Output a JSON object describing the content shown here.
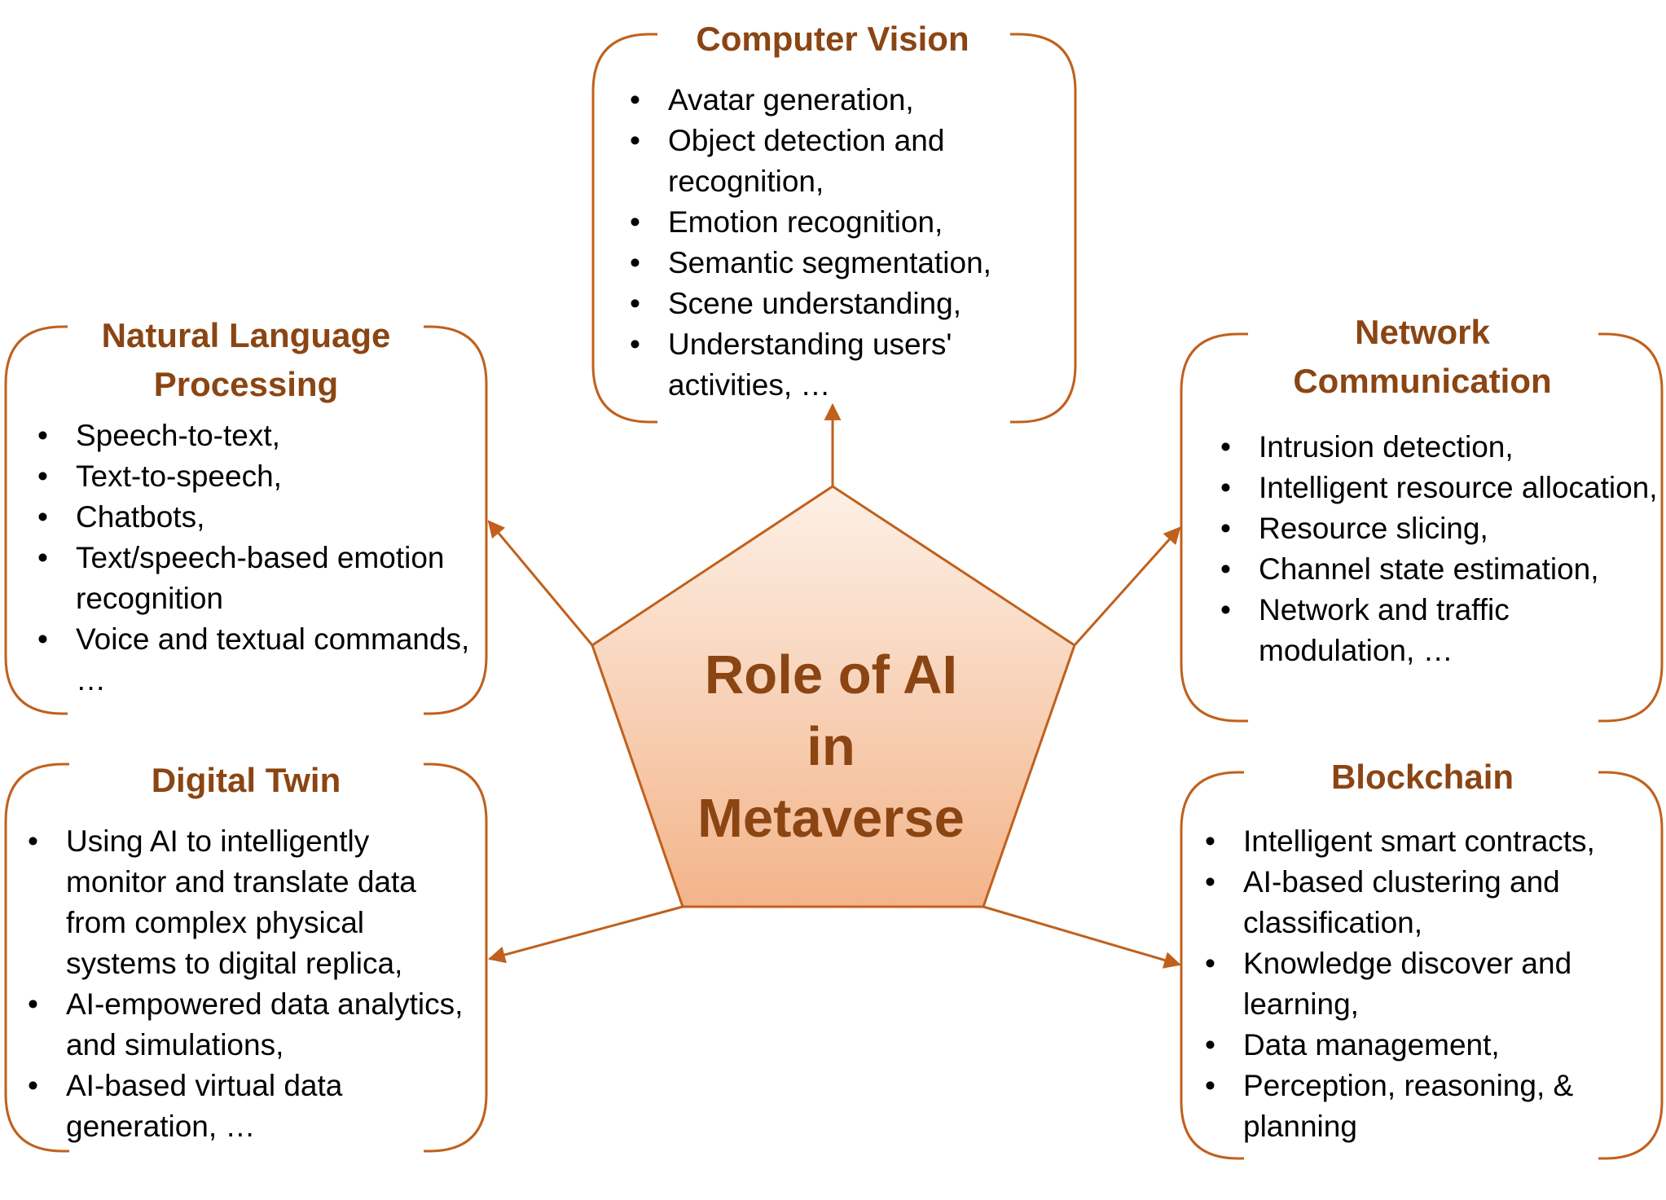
{
  "center": {
    "lines": [
      "Role of AI",
      "in",
      "Metaverse"
    ]
  },
  "boxes": {
    "computer_vision": {
      "title": [
        "Computer Vision"
      ],
      "items": [
        "Avatar generation,",
        "Object detection and recognition,",
        "Emotion recognition,",
        "Semantic segmentation,",
        "Scene understanding,",
        "Understanding users' activities, …"
      ]
    },
    "nlp": {
      "title": [
        "Natural Language",
        "Processing"
      ],
      "items": [
        "Speech-to-text,",
        "Text-to-speech,",
        "Chatbots,",
        "Text/speech-based emotion recognition",
        "Voice and textual commands, …"
      ]
    },
    "network": {
      "title": [
        "Network",
        "Communication"
      ],
      "items": [
        "Intrusion detection,",
        "Intelligent resource allocation,",
        "Resource slicing,",
        "Channel state estimation,",
        "Network and traffic modulation, …"
      ]
    },
    "digital_twin": {
      "title": [
        "Digital Twin"
      ],
      "items": [
        "Using AI to intelligently monitor and translate data from complex physical systems to digital replica,",
        "AI-empowered data analytics, and simulations,",
        "AI-based virtual data generation, …"
      ]
    },
    "blockchain": {
      "title": [
        "Blockchain"
      ],
      "items": [
        "Intelligent smart contracts,",
        "AI-based clustering and classification,",
        "Knowledge discover and learning,",
        "Data management,",
        "Perception, reasoning, & planning"
      ]
    }
  },
  "colors": {
    "accent": "#c0601c",
    "title_text": "#8b4513",
    "pentagon_top": "#fdf0e6",
    "pentagon_bottom": "#f3b48a"
  }
}
